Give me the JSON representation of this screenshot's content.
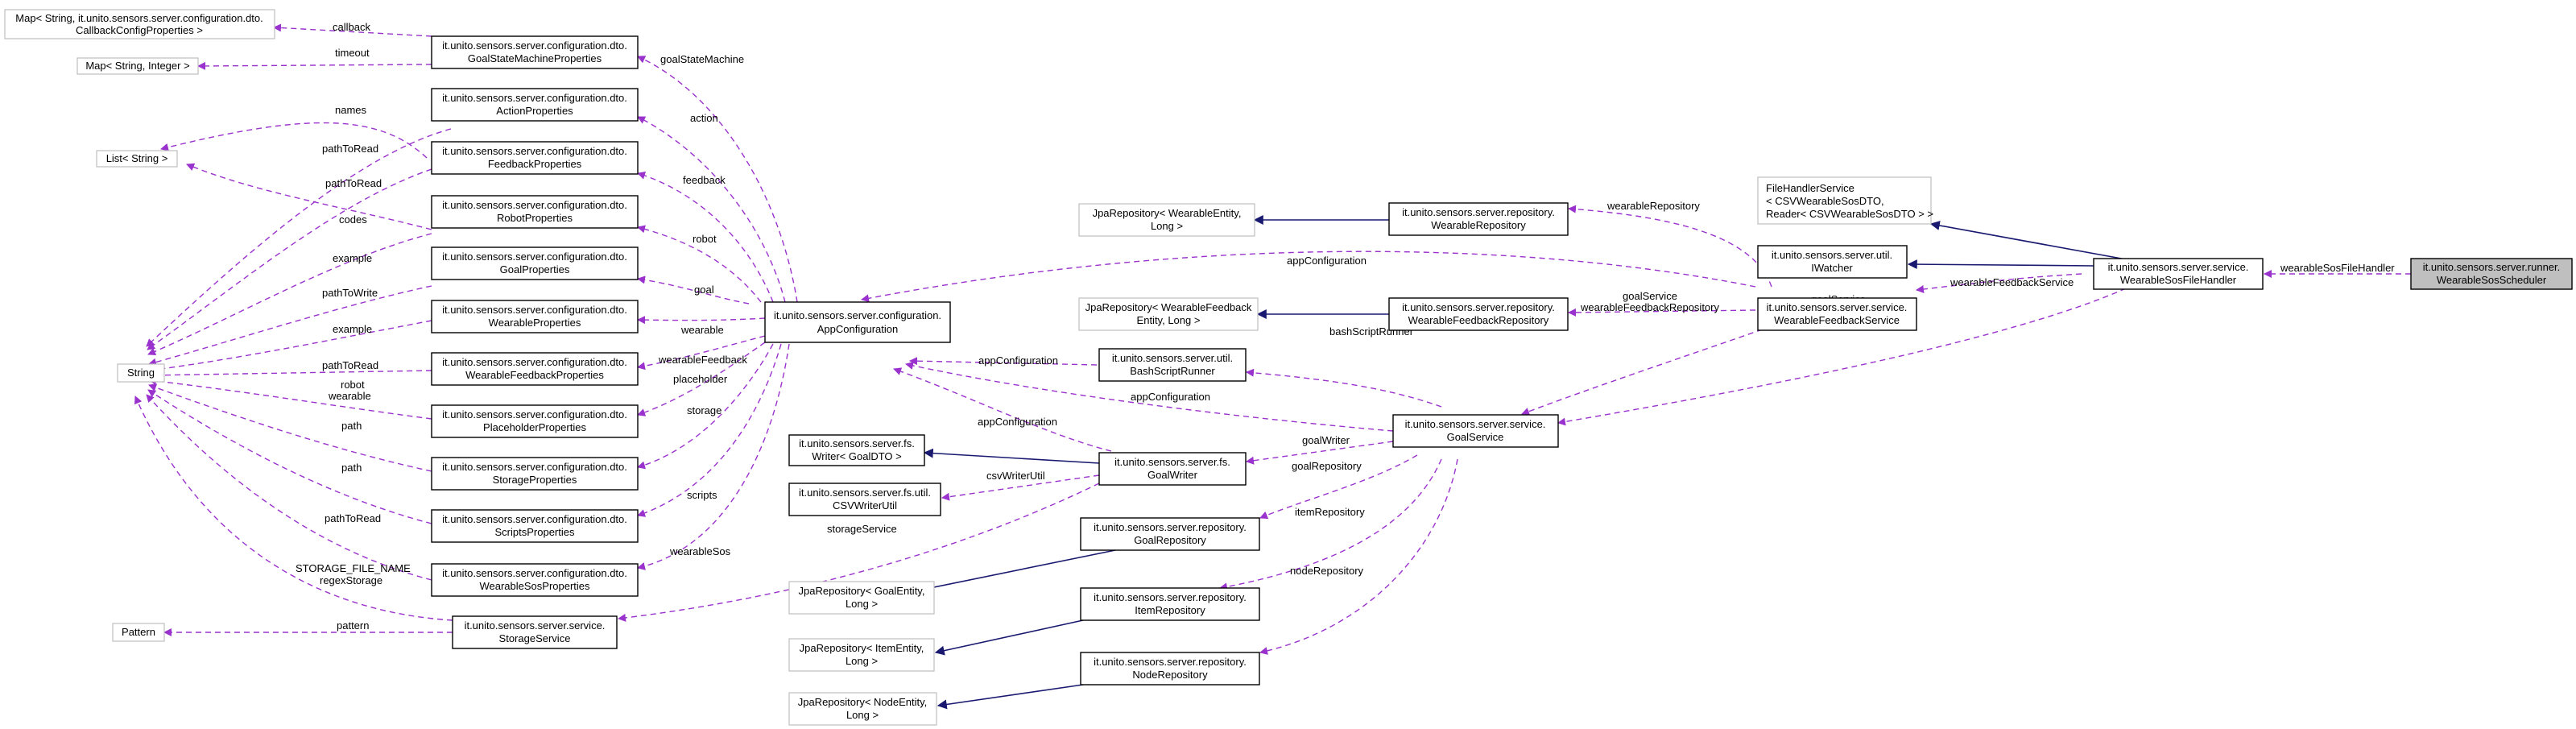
{
  "colors": {
    "usage_edge": "#9a32cd",
    "inheritance_edge": "#191970",
    "highlight_fill": "#bfbfbf",
    "external_border": "#bfbfbf"
  },
  "nodes": {
    "map_callback": [
      "Map< String, it.unito.sensors.server.configuration.dto.",
      "CallbackConfigProperties >"
    ],
    "map_timeout": [
      "Map< String, Integer >"
    ],
    "list_string": [
      "List< String >"
    ],
    "string": [
      "String"
    ],
    "pattern": [
      "Pattern"
    ],
    "goal_state_machine_props": [
      "it.unito.sensors.server.configuration.dto.",
      "GoalStateMachineProperties"
    ],
    "action_props": [
      "it.unito.sensors.server.configuration.dto.",
      "ActionProperties"
    ],
    "feedback_props": [
      "it.unito.sensors.server.configuration.dto.",
      "FeedbackProperties"
    ],
    "robot_props": [
      "it.unito.sensors.server.configuration.dto.",
      "RobotProperties"
    ],
    "goal_props": [
      "it.unito.sensors.server.configuration.dto.",
      "GoalProperties"
    ],
    "wearable_props": [
      "it.unito.sensors.server.configuration.dto.",
      "WearableProperties"
    ],
    "wearable_feedback_props": [
      "it.unito.sensors.server.configuration.dto.",
      "WearableFeedbackProperties"
    ],
    "placeholder_props": [
      "it.unito.sensors.server.configuration.dto.",
      "PlaceholderProperties"
    ],
    "storage_props": [
      "it.unito.sensors.server.configuration.dto.",
      "StorageProperties"
    ],
    "scripts_props": [
      "it.unito.sensors.server.configuration.dto.",
      "ScriptsProperties"
    ],
    "wearable_sos_props": [
      "it.unito.sensors.server.configuration.dto.",
      "WearableSosProperties"
    ],
    "storage_service": [
      "it.unito.sensors.server.service.",
      "StorageService"
    ],
    "app_configuration": [
      "it.unito.sensors.server.configuration.",
      "AppConfiguration"
    ],
    "writer_goal_dto": [
      "it.unito.sensors.server.fs.",
      "Writer< GoalDTO >"
    ],
    "csv_writer_util": [
      "it.unito.sensors.server.fs.util.",
      "CSVWriterUtil"
    ],
    "bash_script_runner": [
      "it.unito.sensors.server.util.",
      "BashScriptRunner"
    ],
    "goal_writer": [
      "it.unito.sensors.server.fs.",
      "GoalWriter"
    ],
    "goal_repository": [
      "it.unito.sensors.server.repository.",
      "GoalRepository"
    ],
    "item_repository": [
      "it.unito.sensors.server.repository.",
      "ItemRepository"
    ],
    "node_repository": [
      "it.unito.sensors.server.repository.",
      "NodeRepository"
    ],
    "jpa_goal": [
      "JpaRepository< GoalEntity,",
      "Long >"
    ],
    "jpa_item": [
      "JpaRepository< ItemEntity,",
      "Long >"
    ],
    "jpa_node": [
      "JpaRepository< NodeEntity,",
      "Long >"
    ],
    "jpa_wearable": [
      "JpaRepository< WearableEntity,",
      "Long >"
    ],
    "jpa_wearable_feedback": [
      "JpaRepository< WearableFeedback",
      "Entity, Long >"
    ],
    "wearable_repository": [
      "it.unito.sensors.server.repository.",
      "WearableRepository"
    ],
    "wearable_feedback_repository": [
      "it.unito.sensors.server.repository.",
      "WearableFeedbackRepository"
    ],
    "goal_service": [
      "it.unito.sensors.server.service.",
      "GoalService"
    ],
    "wearable_feedback_service": [
      "it.unito.sensors.server.service.",
      "WearableFeedbackService"
    ],
    "file_handler_service": [
      "FileHandlerService",
      "< CSVWearableSosDTO,",
      "Reader< CSVWearableSosDTO > >"
    ],
    "iwatcher": [
      "it.unito.sensors.server.util.",
      "IWatcher"
    ],
    "wearable_sos_file_handler": [
      "it.unito.sensors.server.service.",
      "WearableSosFileHandler"
    ],
    "wearable_sos_scheduler": [
      "it.unito.sensors.server.runner.",
      "WearableSosScheduler"
    ]
  },
  "edge_labels": {
    "callback": "callback",
    "timeout": "timeout",
    "names": "names",
    "pathToRead_1": "pathToRead",
    "pathToRead_2": "pathToRead",
    "codes": "codes",
    "example_1": "example",
    "pathToWrite": "pathToWrite",
    "example_2": "example",
    "pathToRead_3": "pathToRead",
    "robot": "robot",
    "wearable": "wearable",
    "path_1": "path",
    "path_2": "path",
    "pathToRead_4": "pathToRead",
    "storage_file_name": "STORAGE_FILE_NAME",
    "regexStorage": "regexStorage",
    "pattern": "pattern",
    "goalStateMachine": "goalStateMachine",
    "action": "action",
    "feedback": "feedback",
    "robot_cfg": "robot",
    "goal_cfg": "goal",
    "wearable_cfg": "wearable",
    "wearableFeedback_cfg": "wearableFeedback",
    "placeholder_cfg": "placeholder",
    "storage_cfg": "storage",
    "scripts_cfg": "scripts",
    "wearableSos_cfg": "wearableSos",
    "storageService": "storageService",
    "appConfiguration_1": "appConfiguration",
    "appConfiguration_2": "appConfiguration",
    "appConfiguration_3": "appConfiguration",
    "appConfiguration_4": "appConfiguration",
    "csvWriterUtil": "csvWriterUtil",
    "bashScriptRunner": "bashScriptRunner",
    "goalWriter": "goalWriter",
    "goalRepository": "goalRepository",
    "itemRepository": "itemRepository",
    "nodeRepository": "nodeRepository",
    "wearableRepository": "wearableRepository",
    "wearableFeedbackRepository": "wearableFeedbackRepository",
    "goalService_1": "goalService",
    "goalService_2": "goalService",
    "wearableFeedbackService": "wearableFeedbackService",
    "wearableSosFileHandler": "wearableSosFileHandler"
  }
}
